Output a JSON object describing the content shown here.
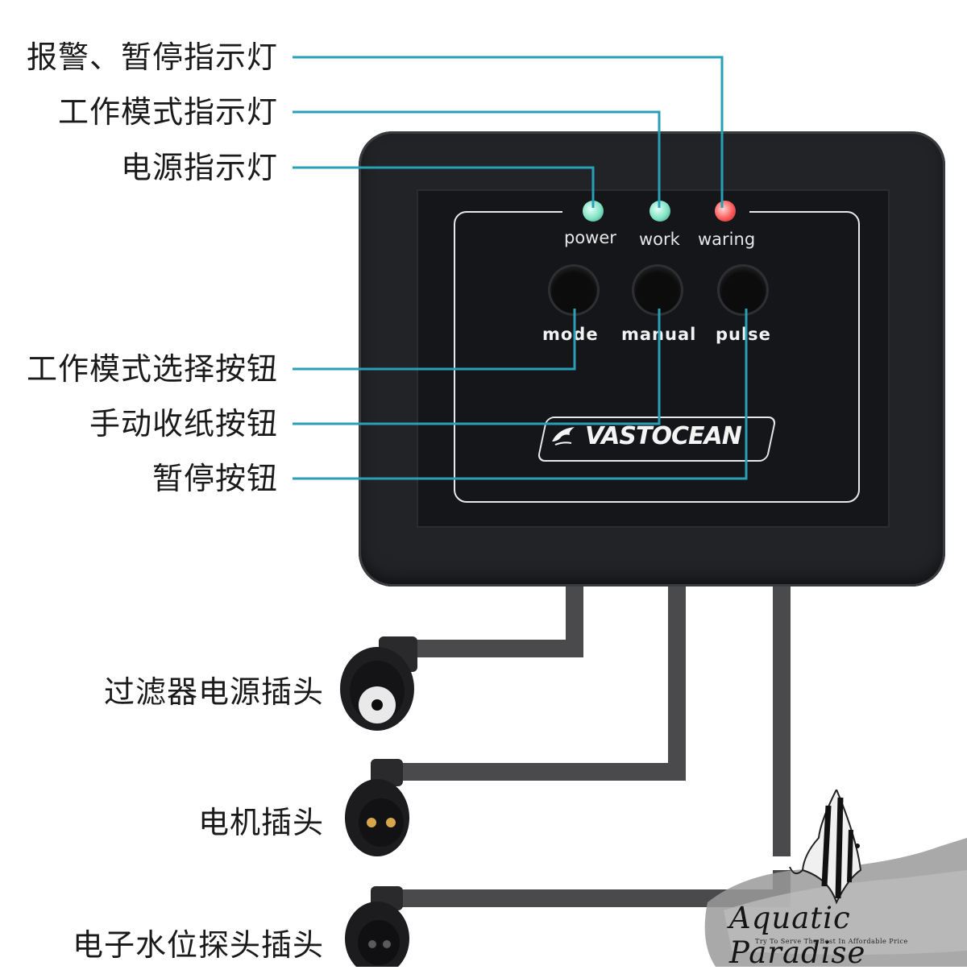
{
  "callouts_top": [
    {
      "text": "报警、暂停指示灯"
    },
    {
      "text": "工作模式指示灯"
    },
    {
      "text": "电源指示灯"
    },
    {
      "text": "工作模式选择按钮"
    },
    {
      "text": "手动收纸按钮"
    },
    {
      "text": "暂停按钮"
    }
  ],
  "callouts_bottom": [
    {
      "text": "过滤器电源插头"
    },
    {
      "text": "电机插头"
    },
    {
      "text": "电子水位探头插头"
    }
  ],
  "device": {
    "indicators": [
      {
        "label": "power",
        "color": "#7fe3c3"
      },
      {
        "label": "work",
        "color": "#7fe3c3"
      },
      {
        "label": "waring",
        "color": "#ff5a5a"
      }
    ],
    "buttons": [
      {
        "label": "mode"
      },
      {
        "label": "manual"
      },
      {
        "label": "pulse"
      }
    ],
    "brand": "VASTOCEAN"
  },
  "leader_color": "#2a9fb8",
  "watermark": {
    "title": "Aquatic Paradise",
    "tagline": "Try To Serve The Best In Affordable Price"
  }
}
